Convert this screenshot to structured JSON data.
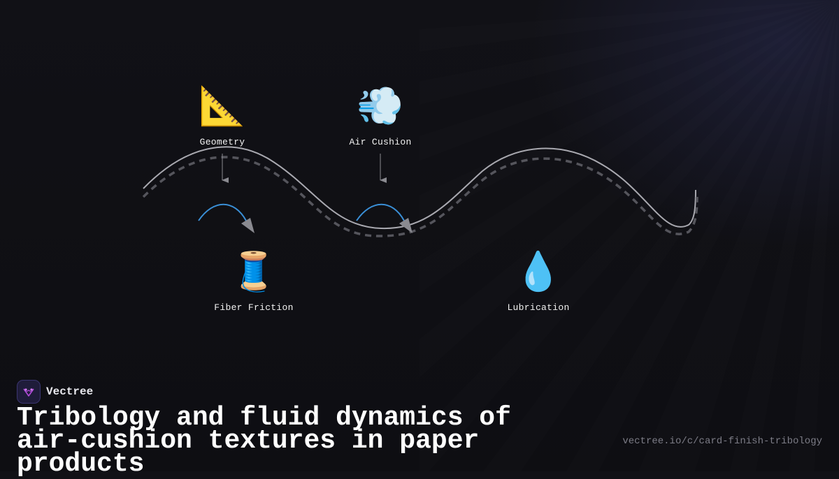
{
  "diagram": {
    "nodes": [
      {
        "id": "geometry",
        "icon": "triangular-ruler-icon",
        "glyph": "📐",
        "label": "Geometry"
      },
      {
        "id": "air-cushion",
        "icon": "dash-wind-icon",
        "glyph": "💨",
        "label": "Air Cushion"
      },
      {
        "id": "fiber-friction",
        "icon": "thread-spool-icon",
        "glyph": "🧵",
        "label": "Fiber Friction"
      },
      {
        "id": "lubrication",
        "icon": "droplet-icon",
        "glyph": "💧",
        "label": "Lubrication"
      }
    ],
    "colors": {
      "surface_line": "#a9a9b0",
      "dashed_line": "#55555c",
      "flow_arc": "#3a8fd6",
      "arrow_head": "#8a8a90"
    }
  },
  "brand": {
    "name": "Vectree",
    "logo_color": "#b04ad8"
  },
  "title": "Tribology and fluid dynamics of air-cushion textures in paper products",
  "url": "vectree.io/c/card-finish-tribology"
}
